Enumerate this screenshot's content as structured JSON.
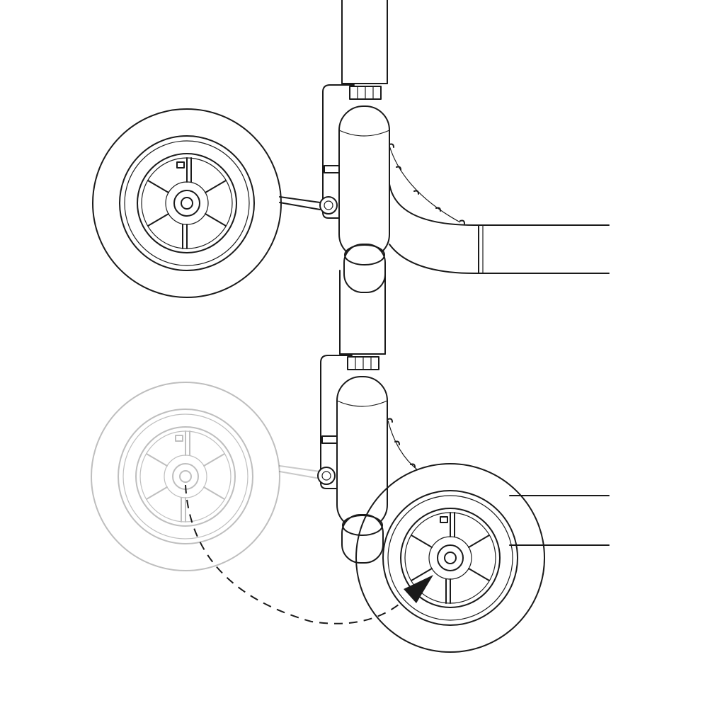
{
  "diagram": {
    "type": "mechanical-line-drawing",
    "views": [
      {
        "name": "wheel-stowed-view",
        "state": "initial"
      },
      {
        "name": "wheel-deployed-view",
        "state": "rotated"
      }
    ],
    "motion": {
      "type": "swing",
      "direction": "clockwise",
      "style": "dashed-arc-with-arrow"
    },
    "colors": {
      "line": "#1a1a1a",
      "ghost": "#c9c9c9",
      "background": "#ffffff"
    }
  }
}
